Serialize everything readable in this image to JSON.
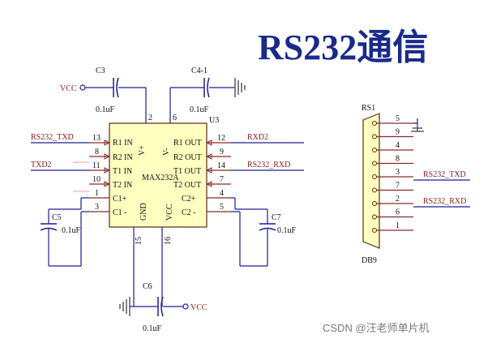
{
  "title": "RS232通信",
  "watermark": "CSDN @汪老师单片机",
  "ic": {
    "ref": "U3",
    "name": "MAX232A",
    "left_pins": [
      {
        "num": "13",
        "label": "R1 IN"
      },
      {
        "num": "8",
        "label": "R2 IN"
      },
      {
        "num": "11",
        "label": "T1 IN"
      },
      {
        "num": "10",
        "label": "T2 IN"
      },
      {
        "num": "1",
        "label": "C1+"
      },
      {
        "num": "3",
        "label": "C1 -"
      }
    ],
    "right_pins": [
      {
        "num": "12",
        "label": "R1 OUT"
      },
      {
        "num": "9",
        "label": "R2 OUT"
      },
      {
        "num": "14",
        "label": "T1 OUT"
      },
      {
        "num": "7",
        "label": "T2 OUT"
      },
      {
        "num": "4",
        "label": "C2+"
      },
      {
        "num": "5",
        "label": "C2 -"
      }
    ],
    "top_pins": [
      {
        "num": "2",
        "label": "V+"
      },
      {
        "num": "6",
        "label": "V-"
      }
    ],
    "bottom_pins": [
      {
        "num": "15",
        "label": "GND"
      },
      {
        "num": "16",
        "label": "VCC"
      }
    ]
  },
  "connector": {
    "ref": "RS1",
    "type": "DB9",
    "pins": [
      "5",
      "9",
      "4",
      "8",
      "3",
      "7",
      "2",
      "6",
      "1"
    ]
  },
  "nets": {
    "rs232_txd_left": "RS232_TXD",
    "txd2": "TXD2",
    "rxd2": "RXD2",
    "rs232_rxd_mid": "RS232_RXD",
    "rs232_txd_db9": "RS232_TXD",
    "rs232_rxd_db9": "RS232_RXD",
    "vcc_top": "VCC",
    "vcc_bottom": "VCC"
  },
  "capacitors": [
    {
      "ref": "C3",
      "value": "0.1uF"
    },
    {
      "ref": "C4-1",
      "value": "0.1uF"
    },
    {
      "ref": "C5",
      "value": "0.1uF"
    },
    {
      "ref": "C7",
      "value": "0.1uF"
    },
    {
      "ref": "C6",
      "value": "0.1uF"
    }
  ],
  "colors": {
    "title": "#1a2a8a",
    "wire": "#1c1c9a",
    "pin": "#8a2a2a",
    "label": "#8a1a1a",
    "ic_fill": "#ffffc0",
    "connector_fill": "#ffffc0"
  }
}
